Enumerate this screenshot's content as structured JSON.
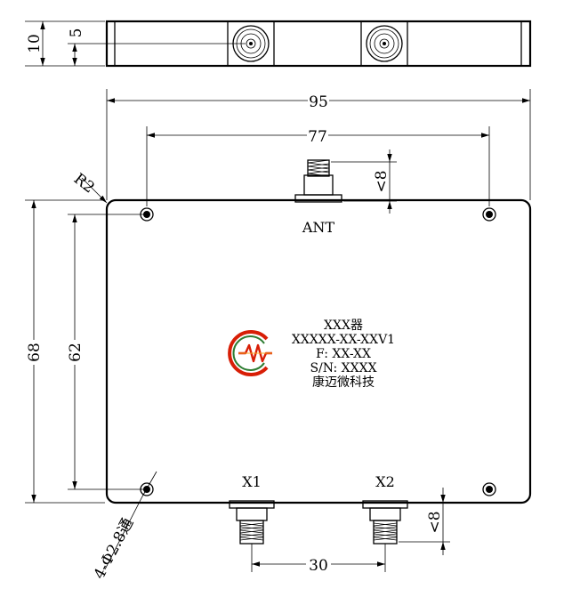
{
  "dimensions": {
    "height_total": "10",
    "height_half": "5",
    "width_total": "95",
    "hole_spacing_x": "77",
    "radius": "R2",
    "connector_len_top": "<8",
    "height_outer": "68",
    "hole_spacing_y": "62",
    "connector_len_bottom": "<8",
    "port_spacing": "30",
    "hole_spec": "4-Φ2.8通"
  },
  "ports": {
    "top": "ANT",
    "bottom_left": "X1",
    "bottom_right": "X2"
  },
  "label_plate": {
    "line1": "XXX器",
    "line2": "XXXXX-XX-XXV1",
    "line3": "F: XX-XX",
    "line4": "S/N: XXXX",
    "line5": "康迈微科技"
  },
  "logo": {
    "primary_color": "#d81e06",
    "secondary_color": "#2e7d32",
    "accent_color": "#f9a825"
  }
}
